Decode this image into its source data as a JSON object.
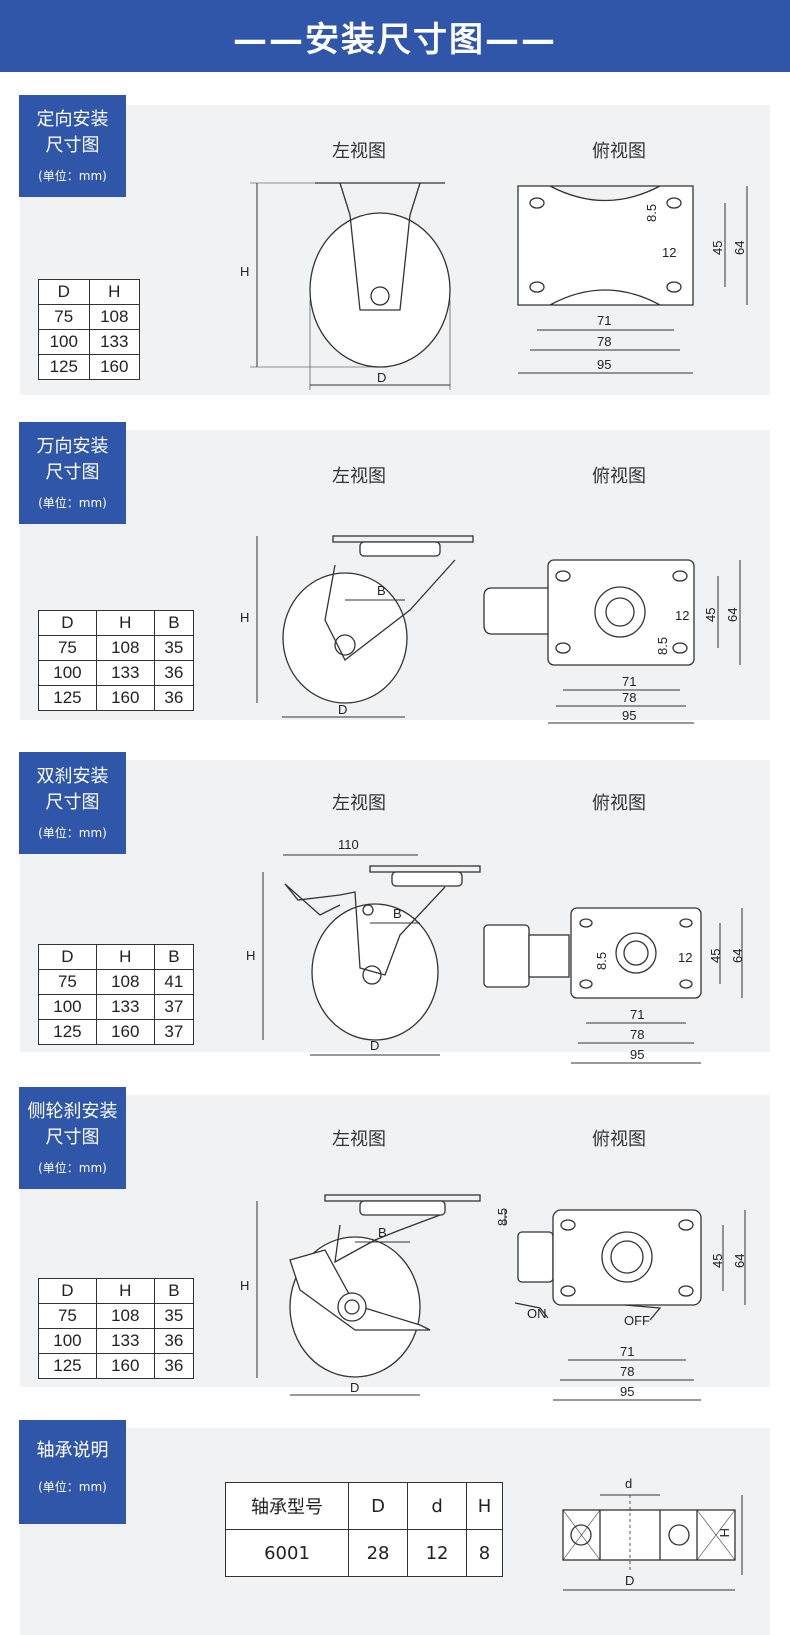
{
  "banner": {
    "title": "——安装尺寸图——"
  },
  "common": {
    "unit": "(单位：mm)",
    "left_view": "左视图",
    "top_view": "俯视图"
  },
  "sections": [
    {
      "tag": [
        "定向安装",
        "尺寸图"
      ],
      "headers": [
        "D",
        "H"
      ],
      "rows": [
        [
          "75",
          "108"
        ],
        [
          "100",
          "133"
        ],
        [
          "125",
          "160"
        ]
      ],
      "dims": {
        "h": "H",
        "d": "D",
        "v1": "8.5",
        "v2": "12",
        "v3": "45",
        "v4": "64",
        "w1": "71",
        "w2": "78",
        "w3": "95"
      }
    },
    {
      "tag": [
        "万向安装",
        "尺寸图"
      ],
      "headers": [
        "D",
        "H",
        "B"
      ],
      "rows": [
        [
          "75",
          "108",
          "35"
        ],
        [
          "100",
          "133",
          "36"
        ],
        [
          "125",
          "160",
          "36"
        ]
      ],
      "dims": {
        "h": "H",
        "d": "D",
        "b": "B",
        "v1": "12",
        "v2": "8.5",
        "v3": "45",
        "v4": "64",
        "w1": "71",
        "w2": "78",
        "w3": "95"
      }
    },
    {
      "tag": [
        "双刹安装",
        "尺寸图"
      ],
      "headers": [
        "D",
        "H",
        "B"
      ],
      "rows": [
        [
          "75",
          "108",
          "41"
        ],
        [
          "100",
          "133",
          "37"
        ],
        [
          "125",
          "160",
          "37"
        ]
      ],
      "dims": {
        "h": "H",
        "d": "D",
        "b": "B",
        "top": "110",
        "v1": "8.5",
        "v2": "12",
        "v3": "45",
        "v4": "64",
        "w1": "71",
        "w2": "78",
        "w3": "95"
      }
    },
    {
      "tag": [
        "侧轮刹安装",
        "尺寸图"
      ],
      "headers": [
        "D",
        "H",
        "B"
      ],
      "rows": [
        [
          "75",
          "108",
          "35"
        ],
        [
          "100",
          "133",
          "36"
        ],
        [
          "125",
          "160",
          "36"
        ]
      ],
      "dims": {
        "h": "H",
        "d": "D",
        "b": "B",
        "v1": "8.5",
        "v3": "45",
        "v4": "64",
        "w1": "71",
        "w2": "78",
        "w3": "95",
        "on": "ON",
        "off": "OFF"
      }
    }
  ],
  "bearing": {
    "tag": [
      "轴承说明"
    ],
    "headers": [
      "轴承型号",
      "D",
      "d",
      "H"
    ],
    "row": [
      "6001",
      "28",
      "12",
      "8"
    ],
    "dims": {
      "d_small": "d",
      "d_big": "D",
      "h": "H"
    }
  }
}
